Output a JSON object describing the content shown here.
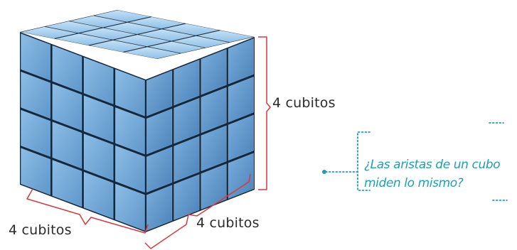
{
  "labels": {
    "height": "4 cubitos",
    "front_left": "4 cubitos",
    "front_right": "4 cubitos"
  },
  "question": {
    "line1": "¿Las aristas de un cubo",
    "line2": "miden lo mismo?"
  },
  "colors": {
    "bracket": "#d9393e",
    "question_text": "#1f9fb4",
    "cube_top": "#9fcdee",
    "cube_left": "#78abd8",
    "cube_right": "#5c93c6",
    "label_text": "#2b2b2b"
  },
  "cube": {
    "subdivisions": 4
  }
}
